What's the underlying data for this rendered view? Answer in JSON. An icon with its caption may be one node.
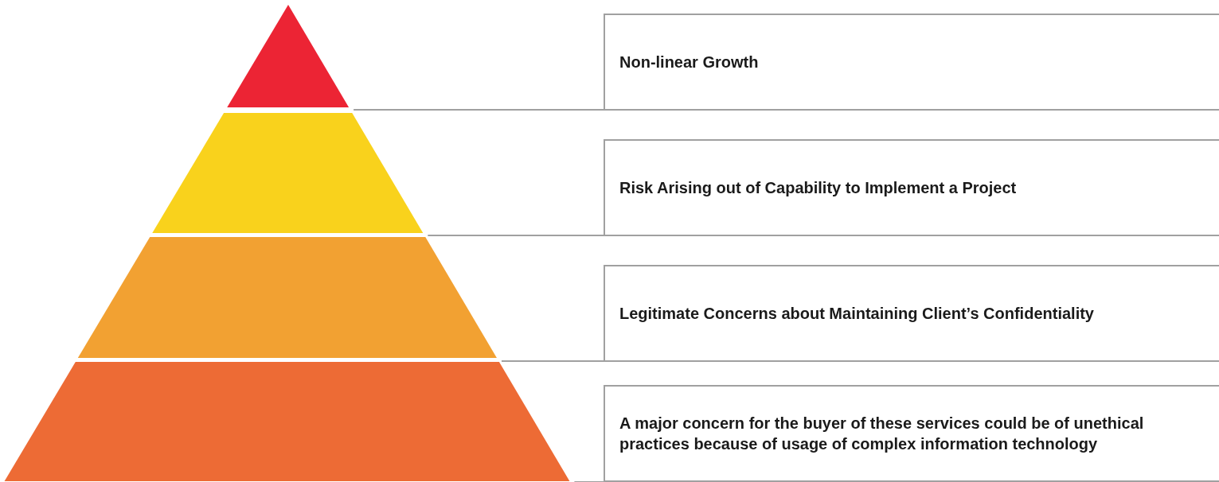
{
  "diagram": {
    "nodes": [
      {
        "text": [],
        "shape": "triangle"
      },
      {
        "text": [],
        "shape": "trapezoid"
      },
      {
        "text": [],
        "shape": "trapezoid"
      },
      {
        "text": [],
        "shape": "trapezoid"
      },
      {
        "text": [
          "Non-linear Growth"
        ]
      },
      {
        "text": [
          "Risk Arising out of Capability to Implement a Project"
        ]
      },
      {
        "text": [
          "Legitimate Concerns about Maintaining Client’s Confidentiality"
        ]
      },
      {
        "text": [
          "A major concern for the buyer of these services could be of unethical practices because of usage of complex information technology"
        ]
      }
    ],
    "edges": [
      {
        "from": 0,
        "to": 4,
        "arrow": "none"
      },
      {
        "from": 1,
        "to": 5,
        "arrow": "none"
      },
      {
        "from": 2,
        "to": 6,
        "arrow": "none"
      },
      {
        "from": 3,
        "to": 7,
        "arrow": "none"
      }
    ]
  }
}
